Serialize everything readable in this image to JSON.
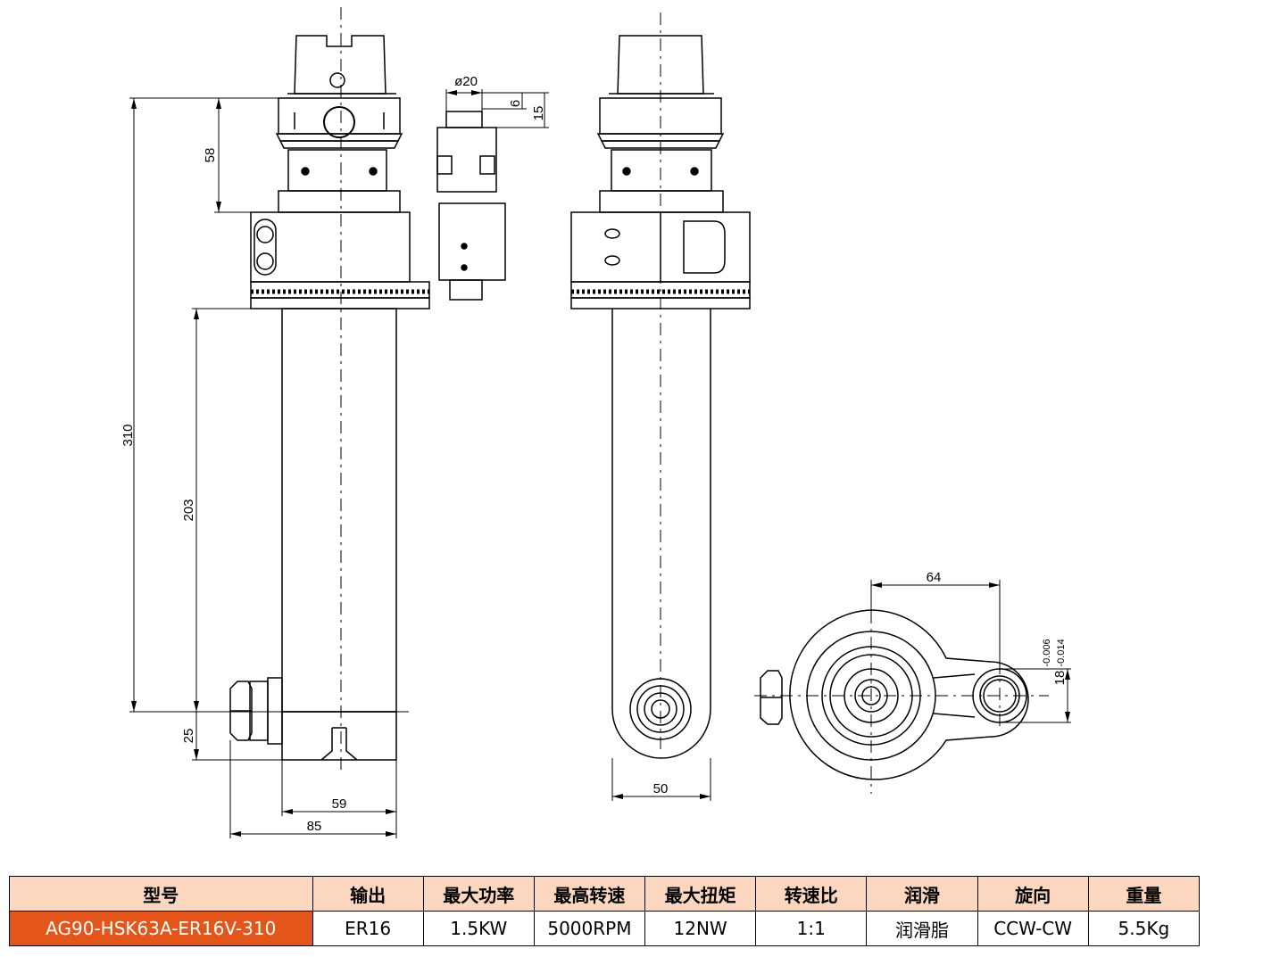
{
  "dimensions": {
    "front_height_total": "310",
    "front_shank_height": "58",
    "front_body_length": "203",
    "front_bottom": "25",
    "front_body_width": "59",
    "front_total_width": "85",
    "nut_diameter": "ø20",
    "nut_dim_small": "6",
    "nut_dim_large": "15",
    "side_width": "50",
    "bottom_center_distance": "64",
    "bottom_output_dia": "18",
    "bottom_tol_upper": "-0.006",
    "bottom_tol_lower": "-0.014"
  },
  "table": {
    "headers": [
      "型号",
      "输出",
      "最大功率",
      "最高转速",
      "最大扭矩",
      "转速比",
      "润滑",
      "旋向",
      "重量"
    ],
    "values": [
      "AG90-HSK63A-ER16V-310",
      "ER16",
      "1.5KW",
      "5000RPM",
      "12NW",
      "1:1",
      "润滑脂",
      "CCW-CW",
      "5.5Kg"
    ]
  },
  "colors": {
    "model_cell_bg": "#e4551c",
    "header_bg": "#fbd7c0"
  }
}
